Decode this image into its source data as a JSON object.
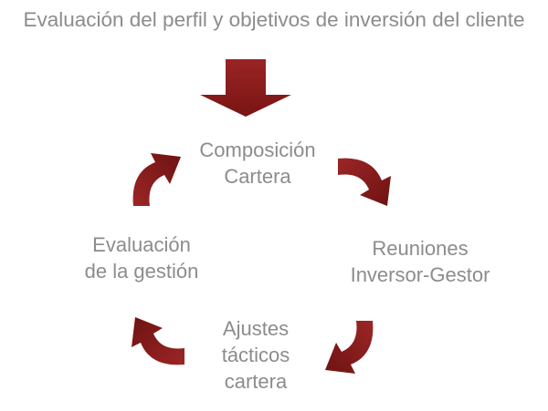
{
  "diagram": {
    "title": "Evaluación del perfil y objetivos de inversión del cliente",
    "arrow_color": "#8b1e1e",
    "text_color": "#8c8c8c",
    "nodes": [
      {
        "id": "composicion",
        "lines": [
          "Composición",
          "Cartera"
        ]
      },
      {
        "id": "reuniones",
        "lines": [
          "Reuniones",
          "Inversor-Gestor"
        ]
      },
      {
        "id": "ajustes",
        "lines": [
          "Ajustes",
          "tácticos",
          "cartera"
        ]
      },
      {
        "id": "evaluacion",
        "lines": [
          "Evaluación",
          "de la gestión"
        ]
      }
    ]
  }
}
